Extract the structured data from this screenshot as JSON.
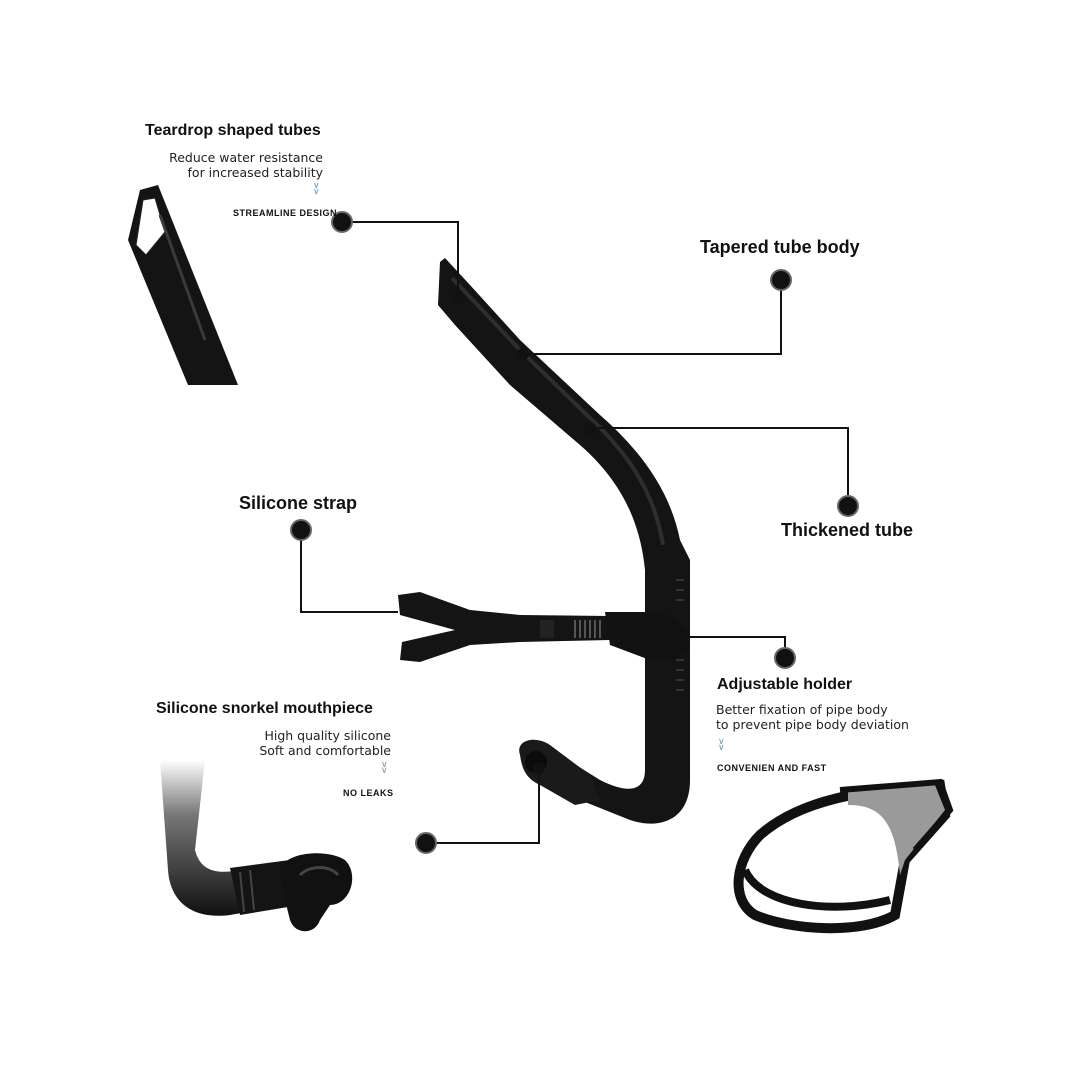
{
  "callouts": {
    "teardrop": {
      "title": "Teardrop shaped tubes",
      "line1": "Reduce water resistance",
      "line2": "for increased stability",
      "tag": "STREAMLINE DESIGN"
    },
    "tapered": {
      "title": "Tapered tube body"
    },
    "thickened": {
      "title": "Thickened tube"
    },
    "strap": {
      "title": "Silicone strap"
    },
    "mouthpiece": {
      "title": "Silicone snorkel mouthpiece",
      "line1": "High quality silicone",
      "line2": "Soft and comfortable",
      "tag": "NO LEAKS"
    },
    "holder": {
      "title": "Adjustable holder",
      "line1": "Better fixation of pipe body",
      "line2": "to prevent pipe body deviation",
      "tag": "CONVENIEN AND FAST"
    }
  },
  "colors": {
    "product": "#141414",
    "leader_line": "#111111",
    "marker": "#111111",
    "chevron": "#5b9bd5",
    "gray_pad": "#9a9a9a"
  },
  "icons": [
    "chevron-down-icon",
    "marker-dot"
  ]
}
